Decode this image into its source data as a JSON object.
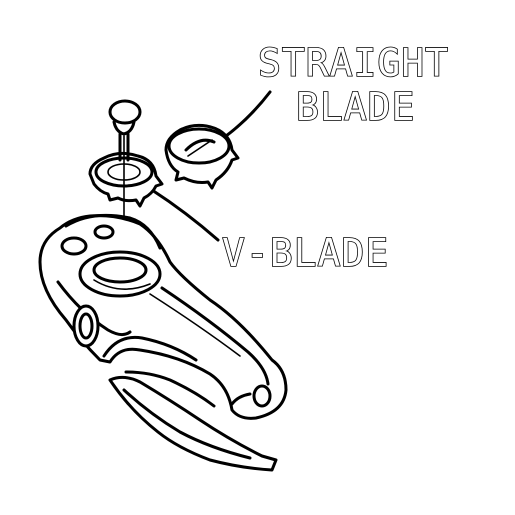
{
  "labels": {
    "straight_line1": "STRAIGHT",
    "straight_line2": "BLADE",
    "v_blade": "V-BLADE"
  },
  "colors": {
    "ink": "#000000",
    "paper": "#ffffff"
  }
}
